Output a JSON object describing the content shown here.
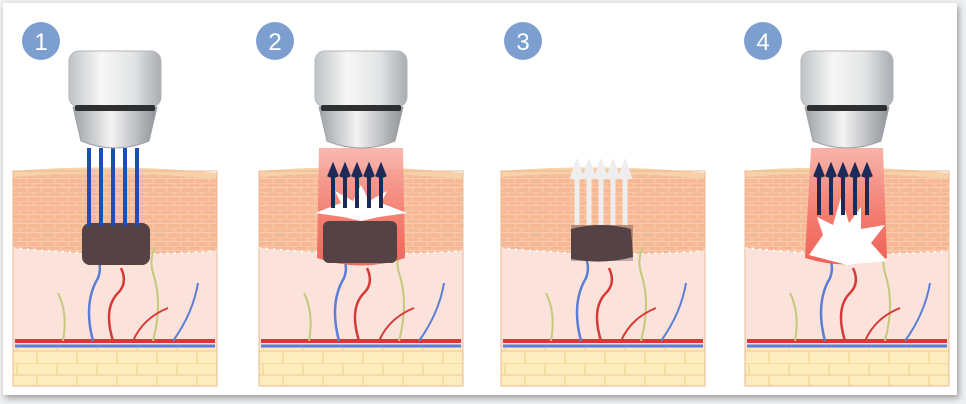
{
  "steps": [
    {
      "number": "1"
    },
    {
      "number": "2"
    },
    {
      "number": "3"
    },
    {
      "number": "4"
    }
  ],
  "colors": {
    "badge": "#7d9fd0",
    "epidermis": "#f4c4a4",
    "dermis": "#fbe3dc",
    "fat": "#fbe9b6",
    "blue_beam": "#1a4fb4",
    "dark_arrow": "#1c2a58",
    "heat_zone": "#f4857c",
    "pigment": "#4a3a3c",
    "artery": "#d73a36",
    "vein": "#5b7dd6",
    "nerve": "#c6c87c"
  }
}
